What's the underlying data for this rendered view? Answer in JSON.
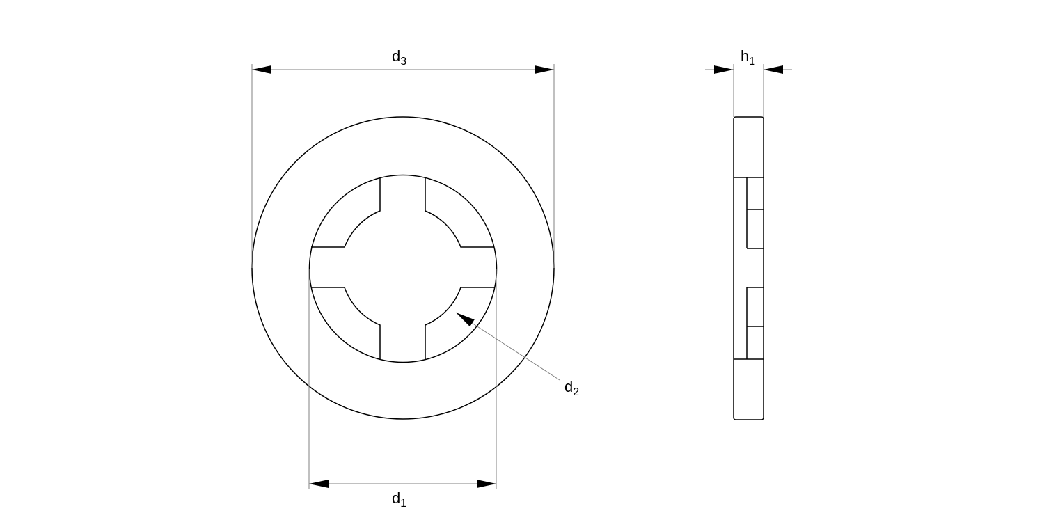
{
  "drawing": {
    "title": "Washer with internal tabs - dimension drawing",
    "views": [
      "front-view",
      "side-view"
    ]
  },
  "dimensions": {
    "d3": {
      "base": "d",
      "sub": "3",
      "meaning": "outer diameter"
    },
    "d1": {
      "base": "d",
      "sub": "1",
      "meaning": "inner diameter"
    },
    "d2": {
      "base": "d",
      "sub": "2",
      "meaning": "tab inner diameter"
    },
    "h1": {
      "base": "h",
      "sub": "1",
      "meaning": "thickness"
    }
  },
  "colors": {
    "outline": "#000000",
    "dimension_line": "#808080",
    "background": "#ffffff"
  }
}
